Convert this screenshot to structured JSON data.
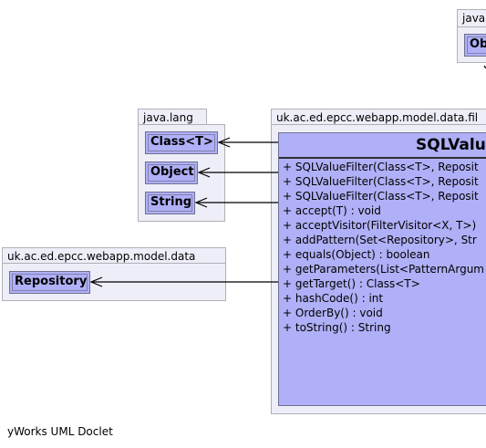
{
  "diagram": {
    "packages": {
      "top_right": {
        "label": "java",
        "classes": [
          "Ob"
        ]
      },
      "java_lang": {
        "label": "java.lang",
        "classes": [
          "Class<T>",
          "Object",
          "String"
        ]
      },
      "model_data": {
        "label": "uk.ac.ed.epcc.webapp.model.data",
        "classes": [
          "Repository"
        ]
      },
      "model_data_filter": {
        "label": "uk.ac.ed.epcc.webapp.model.data.fil"
      }
    },
    "main_class": {
      "name": "SQLValue",
      "methods": [
        "+  SQLValueFilter(Class<T>, Reposit",
        "+  SQLValueFilter(Class<T>, Reposit",
        "+  SQLValueFilter(Class<T>, Reposit",
        "+  accept(T) : void",
        "+  acceptVisitor(FilterVisitor<X, T>)",
        "+  addPattern(Set<Repository>, Str",
        "+  equals(Object) : boolean",
        "+  getParameters(List<PatternArgum",
        "+  getTarget() : Class<T>",
        "+  hashCode() : int",
        "+  OrderBy() : void",
        "+  toString() : String"
      ]
    },
    "footer": "yWorks UML Doclet"
  }
}
